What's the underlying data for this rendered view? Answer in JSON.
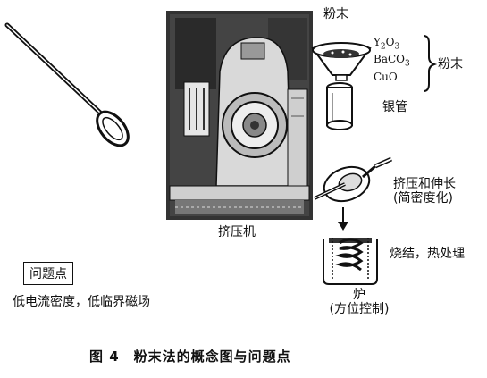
{
  "figure": {
    "caption": "图 4　粉末法的概念图与问题点"
  },
  "labels": {
    "powder_top": "粉末",
    "powder_side": "粉末",
    "silver_tube": "银管",
    "extruder": "挤压机",
    "extrude_stretch_line1": "挤压和伸长",
    "extrude_stretch_line2": "(简密度化)",
    "sinter": "烧结，热处理",
    "furnace_line1": "炉",
    "furnace_line2": "(方位控制)"
  },
  "chemicals": [
    "Y2O3",
    "BaCO3",
    "CuO"
  ],
  "problems": {
    "title": "问题点",
    "text": "低电流密度，低临界磁场"
  }
}
